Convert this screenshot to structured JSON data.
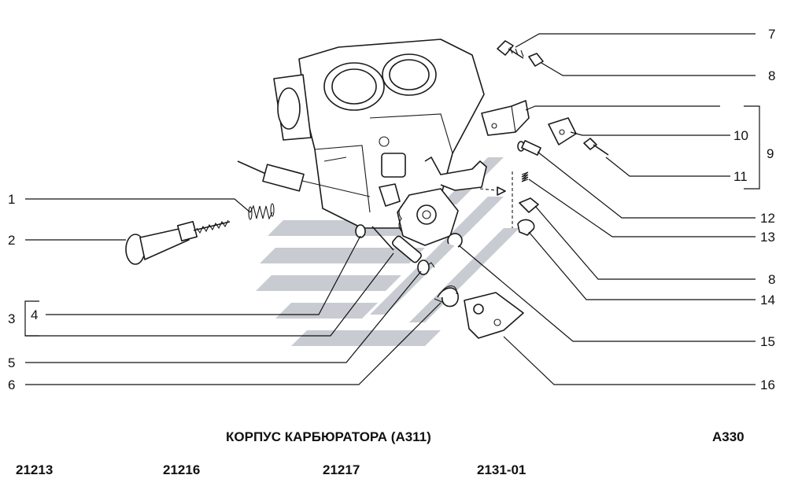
{
  "diagram": {
    "title": "КОРПУС КАРБЮРАТОРА (А311)",
    "code": "А330",
    "callouts_left": [
      "1",
      "2",
      "3",
      "4",
      "5",
      "6"
    ],
    "callouts_right": [
      "7",
      "8",
      "10",
      "9",
      "11",
      "12",
      "13",
      "8",
      "14",
      "15",
      "16"
    ]
  },
  "models": [
    "21213",
    "21216",
    "21217",
    "2131-01"
  ]
}
